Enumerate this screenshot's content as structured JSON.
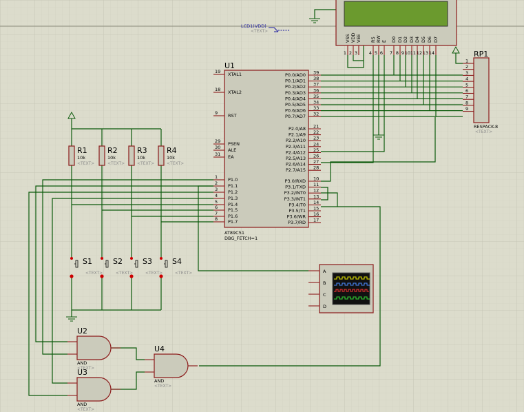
{
  "lcd": {
    "label": "LCD1(VDD)",
    "text_tag": "<TEXT>",
    "pins": [
      "VSS",
      "VDD",
      "VEE",
      "RS",
      "RW",
      "E",
      "D0",
      "D1",
      "D2",
      "D3",
      "D4",
      "D5",
      "D6",
      "D7"
    ],
    "pin_numbers": [
      "1",
      "2",
      "3",
      "4",
      "5",
      "6",
      "7",
      "8",
      "9",
      "10",
      "11",
      "12",
      "13",
      "14"
    ]
  },
  "rp1": {
    "ref": "RP1",
    "name": "RESPACK-8",
    "text_tag": "<TEXT>",
    "pins": [
      "1",
      "2",
      "3",
      "4",
      "5",
      "6",
      "7",
      "8",
      "9"
    ]
  },
  "u1": {
    "ref": "U1",
    "part": "AT89C51",
    "property": "DBG_FETCH=1",
    "left_pins": [
      {
        "num": "19",
        "name": "XTAL1"
      },
      {
        "num": "18",
        "name": "XTAL2"
      },
      {
        "num": "9",
        "name": "RST"
      },
      {
        "num": "29",
        "name": "PSEN"
      },
      {
        "num": "30",
        "name": "ALE"
      },
      {
        "num": "31",
        "name": "EA"
      },
      {
        "num": "1",
        "name": "P1.0"
      },
      {
        "num": "2",
        "name": "P1.1"
      },
      {
        "num": "3",
        "name": "P1.2"
      },
      {
        "num": "4",
        "name": "P1.3"
      },
      {
        "num": "5",
        "name": "P1.4"
      },
      {
        "num": "6",
        "name": "P1.5"
      },
      {
        "num": "7",
        "name": "P1.6"
      },
      {
        "num": "8",
        "name": "P1.7"
      }
    ],
    "right_pins": [
      {
        "num": "39",
        "name": "P0.0/AD0"
      },
      {
        "num": "38",
        "name": "P0.1/AD1"
      },
      {
        "num": "37",
        "name": "P0.2/AD2"
      },
      {
        "num": "36",
        "name": "P0.3/AD3"
      },
      {
        "num": "35",
        "name": "P0.4/AD4"
      },
      {
        "num": "34",
        "name": "P0.5/AD5"
      },
      {
        "num": "33",
        "name": "P0.6/AD6"
      },
      {
        "num": "32",
        "name": "P0.7/AD7"
      },
      {
        "num": "21",
        "name": "P2.0/A8"
      },
      {
        "num": "22",
        "name": "P2.1/A9"
      },
      {
        "num": "23",
        "name": "P2.2/A10"
      },
      {
        "num": "24",
        "name": "P2.3/A11"
      },
      {
        "num": "25",
        "name": "P2.4/A12"
      },
      {
        "num": "26",
        "name": "P2.5/A13"
      },
      {
        "num": "27",
        "name": "P2.6/A14"
      },
      {
        "num": "28",
        "name": "P2.7/A15"
      },
      {
        "num": "10",
        "name": "P3.0/RXD"
      },
      {
        "num": "11",
        "name": "P3.1/TXD"
      },
      {
        "num": "12",
        "name": "P3.2/INT0"
      },
      {
        "num": "13",
        "name": "P3.3/INT1"
      },
      {
        "num": "14",
        "name": "P3.4/T0"
      },
      {
        "num": "15",
        "name": "P3.5/T1"
      },
      {
        "num": "16",
        "name": "P3.6/WR"
      },
      {
        "num": "17",
        "name": "P3.7/RD"
      }
    ]
  },
  "resistors": [
    {
      "ref": "R1",
      "value": "10k",
      "text_tag": "<TEXT>"
    },
    {
      "ref": "R2",
      "value": "10k",
      "text_tag": "<TEXT>"
    },
    {
      "ref": "R3",
      "value": "10k",
      "text_tag": "<TEXT>"
    },
    {
      "ref": "R4",
      "value": "10k",
      "text_tag": "<TEXT>"
    }
  ],
  "switches": [
    {
      "ref": "S1",
      "text_tag": "<TEXT>"
    },
    {
      "ref": "S2",
      "text_tag": "<TEXT>"
    },
    {
      "ref": "S3",
      "text_tag": "<TEXT>"
    },
    {
      "ref": "S4",
      "text_tag": "<TEXT>"
    }
  ],
  "gates": [
    {
      "ref": "U2",
      "type": "AND",
      "text_tag": "<TEXT>"
    },
    {
      "ref": "U3",
      "type": "AND",
      "text_tag": "<TEXT>"
    },
    {
      "ref": "U4",
      "type": "AND",
      "text_tag": "<TEXT>"
    }
  ],
  "scope": {
    "channels": [
      "A",
      "B",
      "C",
      "D"
    ],
    "colors": [
      "#e8e800",
      "#4a8cff",
      "#ff3333",
      "#33dd33"
    ]
  },
  "colors": {
    "background": "#dcdccc",
    "grid": "#c6c6b6",
    "wire": "#0b5a0b",
    "component": "#8b1a1a",
    "fill": "#cbcbbb",
    "lcd_screen": "#6b9a2e"
  }
}
